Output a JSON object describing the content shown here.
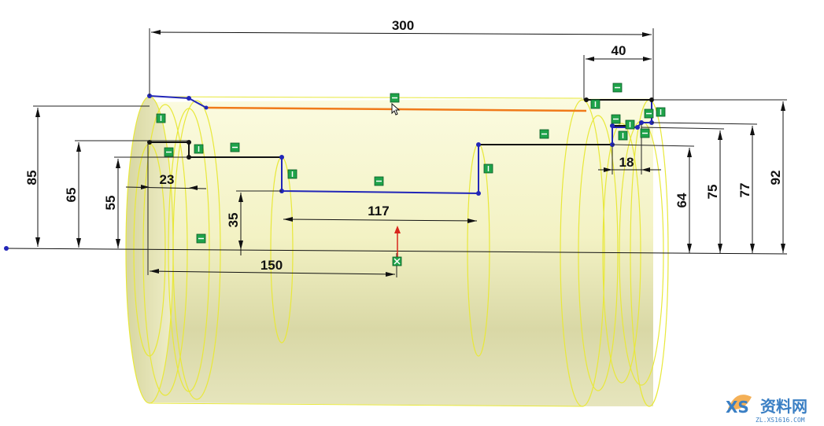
{
  "dimensions": {
    "overall_length": "300",
    "right_collar_length": "40",
    "left_step_length": "23",
    "left_bore_depth": "150",
    "middle_bore_length": "117",
    "right_step_length": "18",
    "radius_85": "85",
    "radius_65": "65",
    "radius_55": "55",
    "radius_35": "35",
    "radius_64": "64",
    "radius_75": "75",
    "radius_77": "77",
    "radius_92": "92"
  },
  "colors": {
    "body_fill": "#f3f2c4",
    "edge": "#e8e83a",
    "sketch": "#2226b8",
    "highlight": "#f07a1a",
    "relation_marker": "#1fa34a",
    "axis_y": "#d8261c"
  },
  "watermark": {
    "brand": "资料网",
    "url": "ZL.XS1616.COM"
  }
}
